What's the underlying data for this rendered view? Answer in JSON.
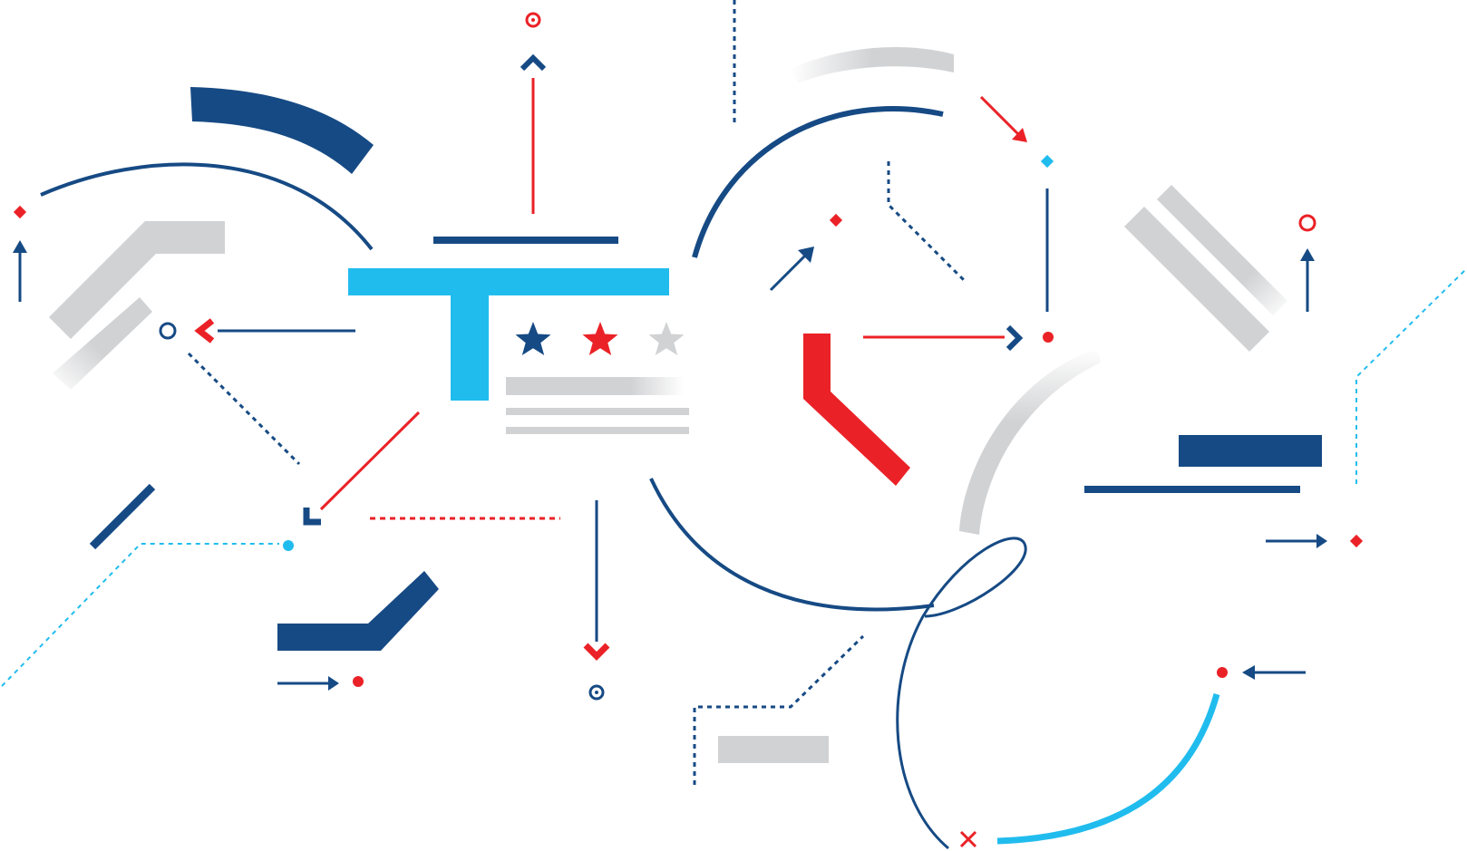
{
  "illustration": {
    "colors": {
      "navy": "#164a84",
      "sky": "#21bcee",
      "red": "#ea2227",
      "gray": "#d1d2d4",
      "background": "#ffffff"
    },
    "stars": [
      "navy",
      "red",
      "gray"
    ],
    "motif_icons": [
      "arrow-up-icon",
      "arrow-right-icon",
      "arrow-left-icon",
      "arrow-down-icon",
      "chevron-up-icon",
      "chevron-down-icon",
      "chevron-left-icon",
      "chevron-right-icon",
      "diamond-icon",
      "dot-icon",
      "ring-icon",
      "cross-icon",
      "star-icon"
    ]
  }
}
